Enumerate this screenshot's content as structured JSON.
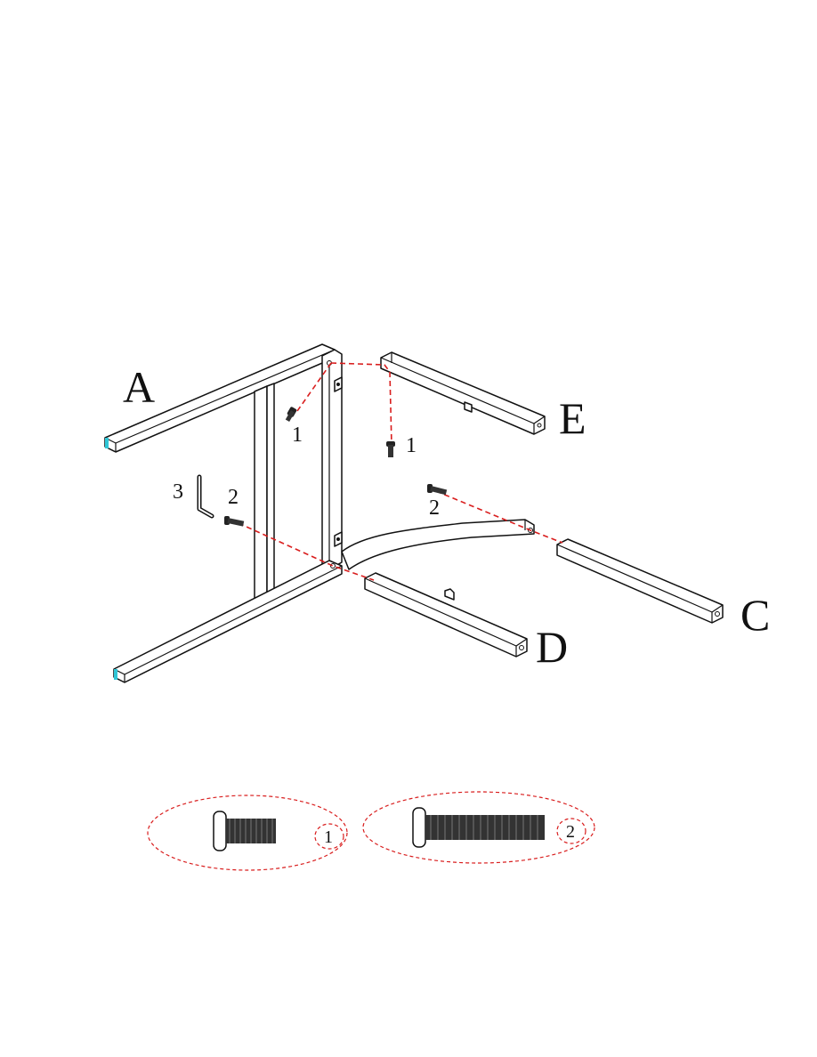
{
  "parts": {
    "A": "A",
    "C": "C",
    "D": "D",
    "E": "E"
  },
  "hardware_callouts": {
    "bolt1_left": "1",
    "bolt1_right": "1",
    "bolt2_left": "2",
    "bolt2_right": "2",
    "allen_key": "3"
  },
  "legend": {
    "item1_number": "1",
    "item2_number": "2"
  },
  "colors": {
    "guide_line": "#d91e1e",
    "outline": "#111111",
    "tube_end": "#2fc6d6"
  }
}
